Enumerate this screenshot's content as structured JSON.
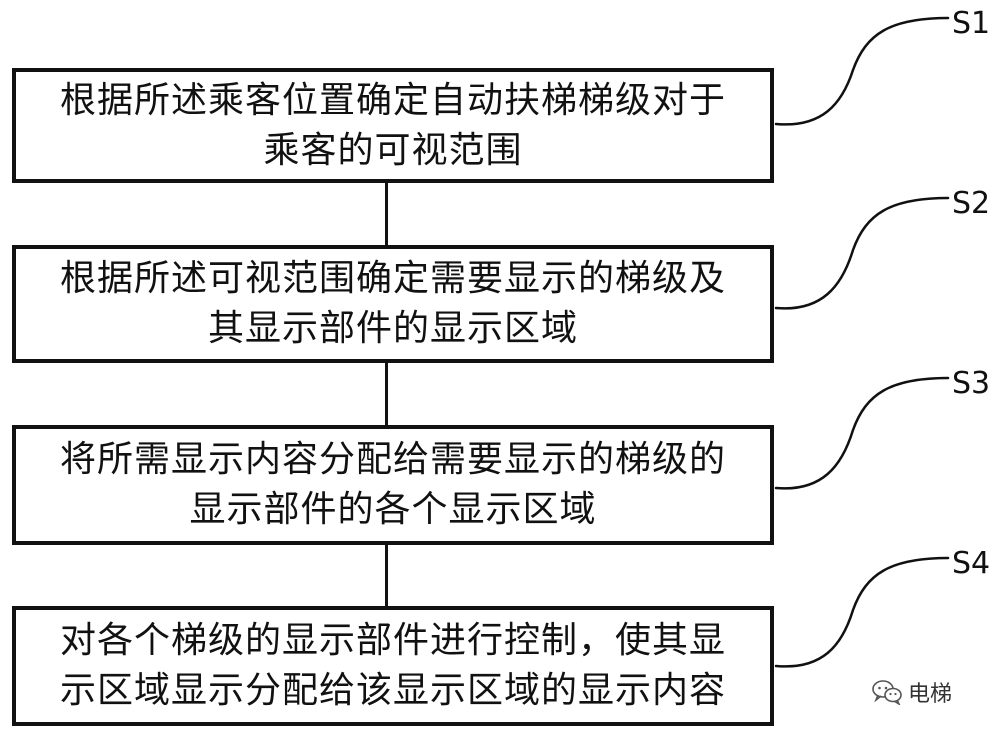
{
  "diagram": {
    "type": "flowchart",
    "steps": [
      {
        "label": "S1",
        "lines": [
          "根据所述乘客位置确定自动扶梯梯级对于",
          "乘客的可视范围"
        ]
      },
      {
        "label": "S2",
        "lines": [
          "根据所述可视范围确定需要显示的梯级及",
          "其显示部件的显示区域"
        ]
      },
      {
        "label": "S3",
        "lines": [
          "将所需显示内容分配给需要显示的梯级的",
          "显示部件的各个显示区域"
        ]
      },
      {
        "label": "S4",
        "lines": [
          "对各个梯级的显示部件进行控制，使其显",
          "示区域显示分配给该显示区域的显示内容"
        ]
      }
    ]
  },
  "watermark": {
    "icon": "wechat-icon",
    "text": "电梯"
  },
  "colors": {
    "line": "#111111",
    "background": "#ffffff",
    "watermark": "#333333"
  }
}
